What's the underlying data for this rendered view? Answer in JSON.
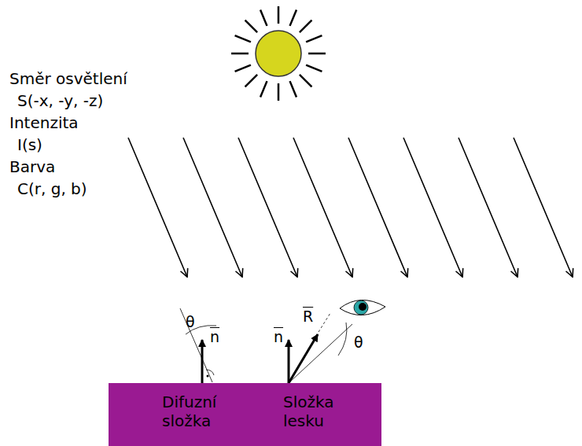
{
  "diagram": {
    "nodes": [
      {
        "text": [
          "Difuzní složka",
          "Složka lesku"
        ]
      }
    ],
    "labels": [
      "Směr osvětlení",
      "S(-x, -y, -z)",
      "Intenzita",
      "I(s)",
      "Barva",
      "C(r, g, b)",
      "θ",
      "n",
      "n",
      "R",
      "θ"
    ]
  }
}
